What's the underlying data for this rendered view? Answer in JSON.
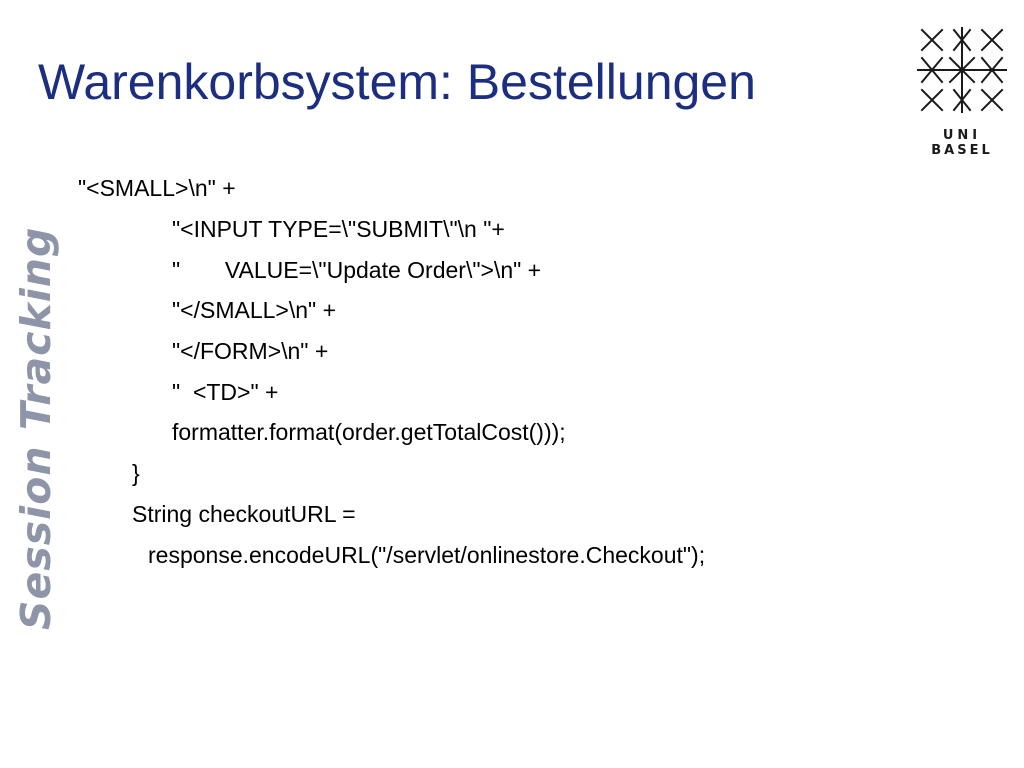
{
  "slide": {
    "title": "Warenkorbsystem: Bestellungen",
    "side_label": "Session Tracking",
    "logo": {
      "line1": "UNI",
      "line2": "BASEL"
    },
    "code_lines": [
      "\"<SMALL>\\n\" +",
      "\"<INPUT TYPE=\\\"SUBMIT\\\"\\n \"+",
      "\"       VALUE=\\\"Update Order\\\">\\n\" +",
      "\"</SMALL>\\n\" +",
      "\"</FORM>\\n\" +",
      "\"  <TD>\" +",
      "formatter.format(order.getTotalCost()));",
      "}",
      "String checkoutURL =",
      "response.encodeURL(\"/servlet/onlinestore.Checkout\");"
    ]
  },
  "colors": {
    "title": "#1c2e80",
    "side_label": "#8e95a8",
    "text": "#000000"
  }
}
